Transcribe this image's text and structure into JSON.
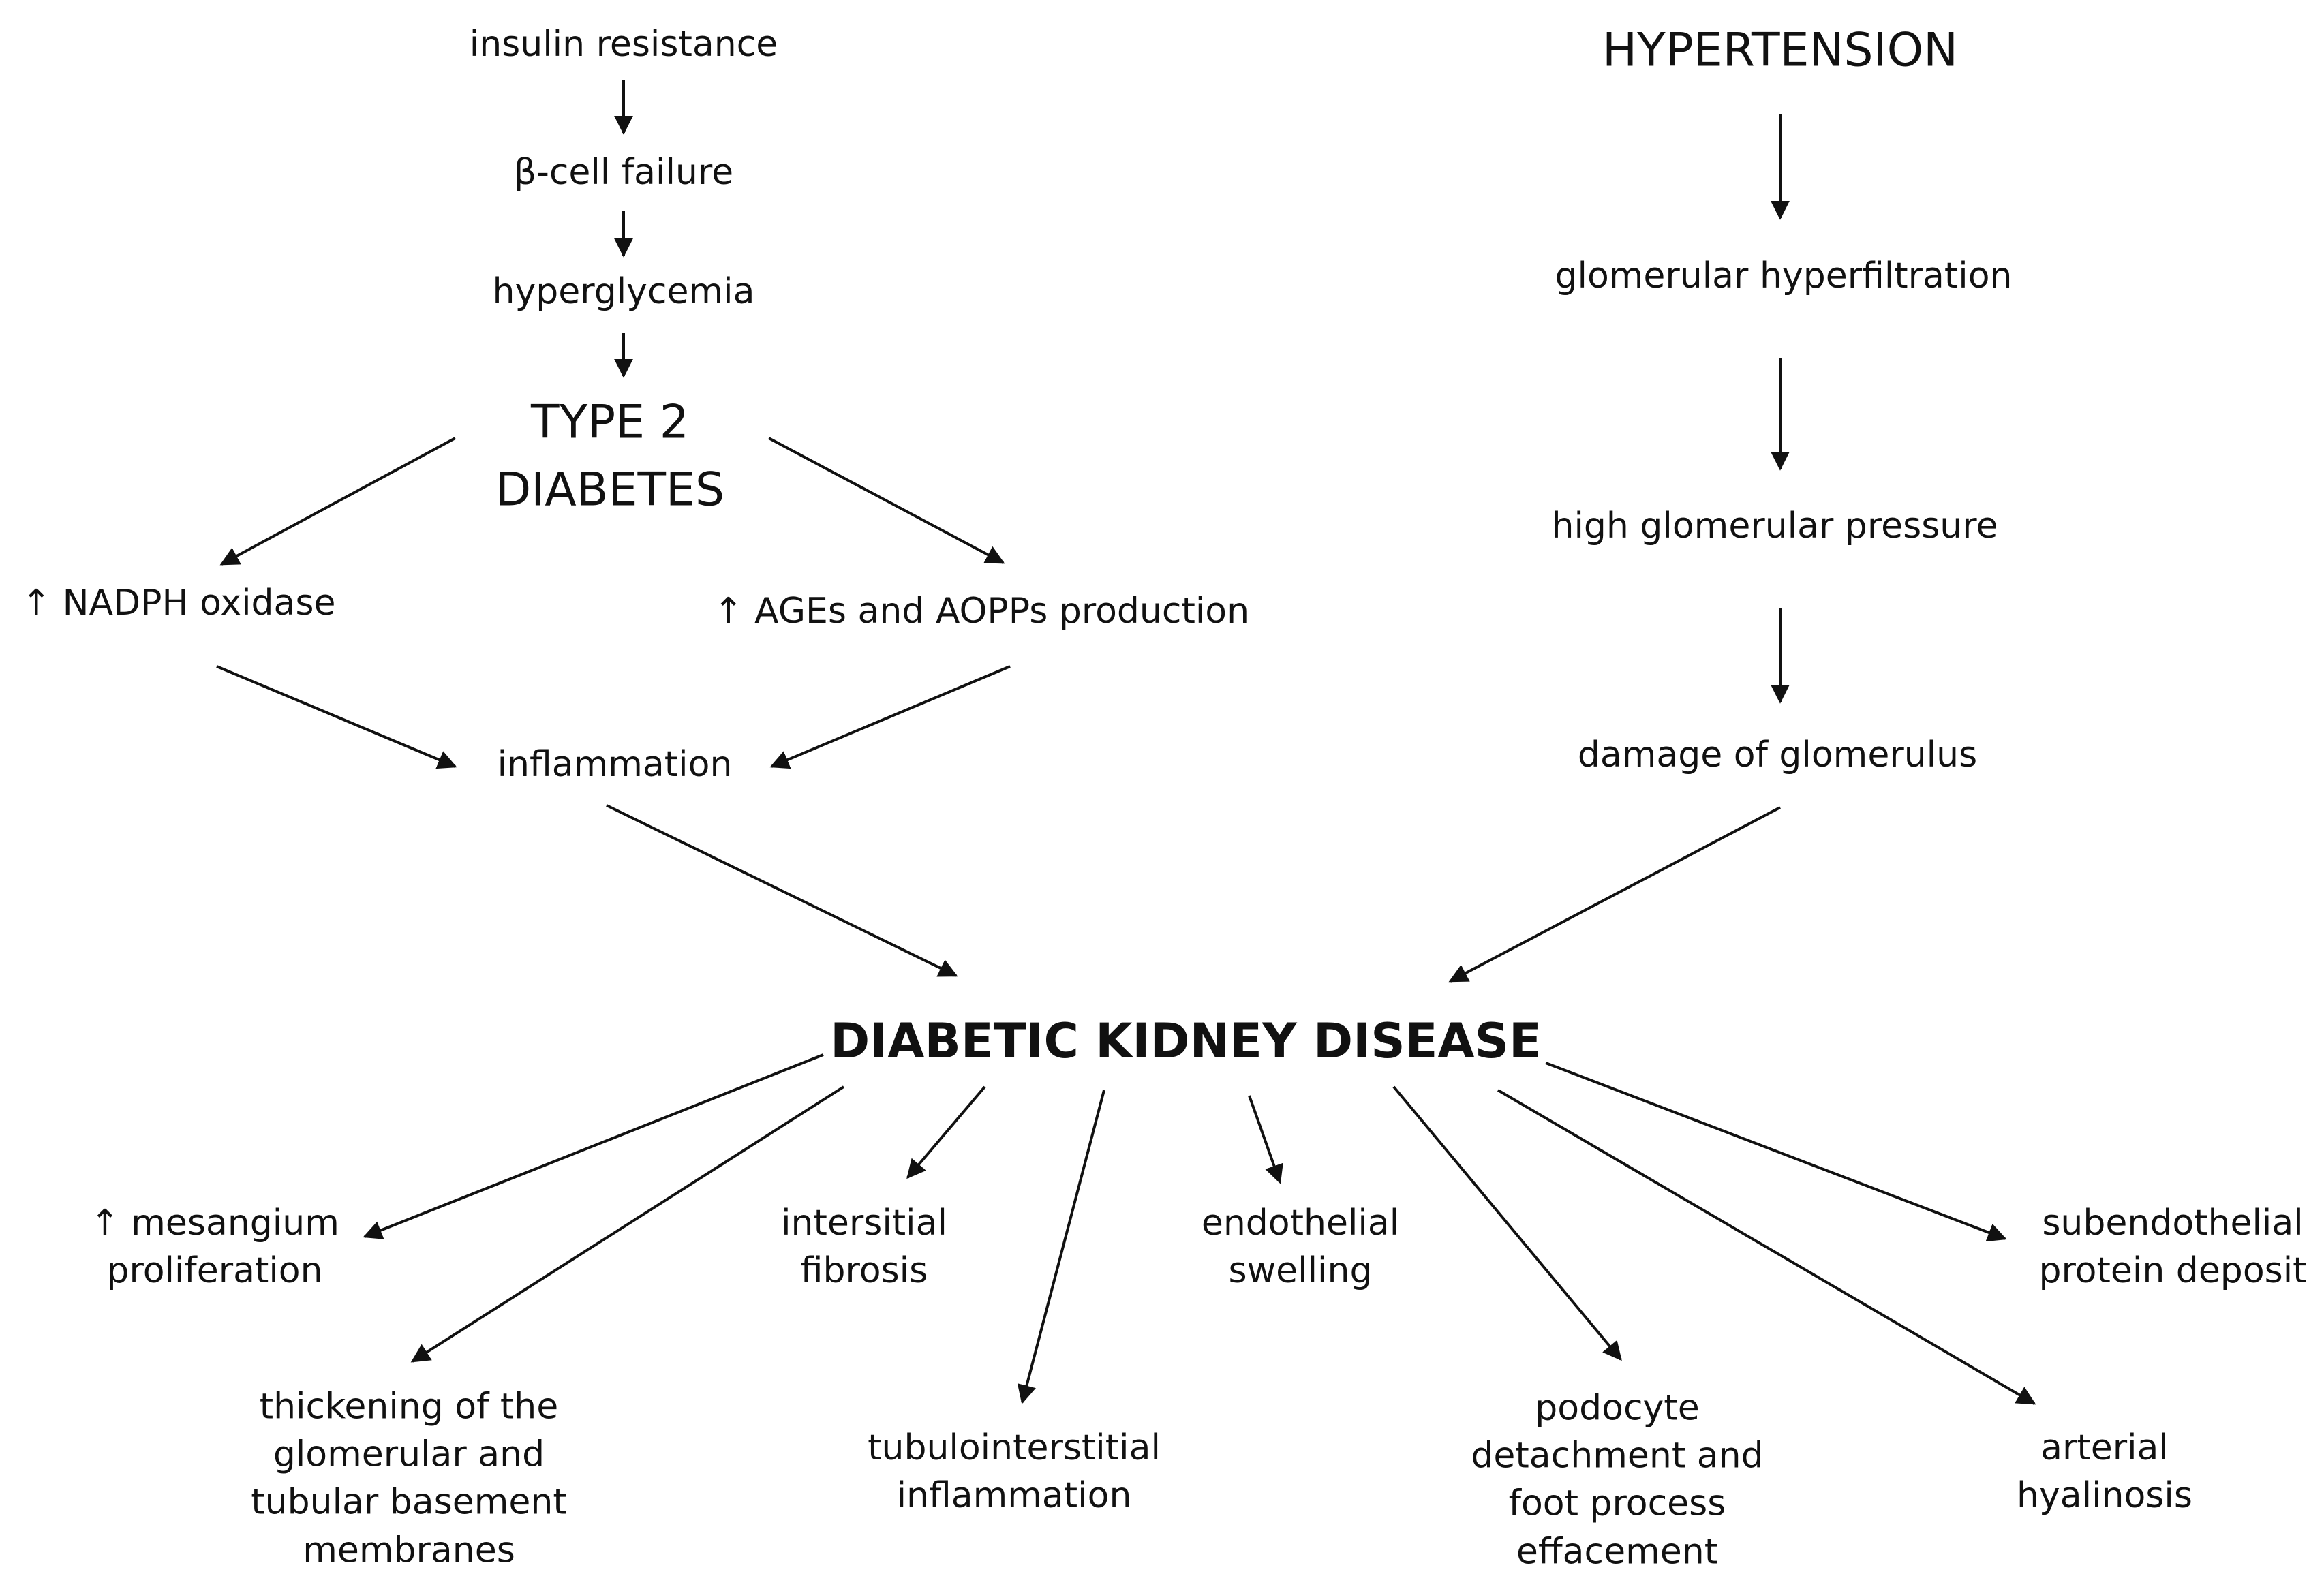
{
  "nodes": {
    "insulin_resistance": [
      "insulin resistance"
    ],
    "beta_cell_failure": [
      "β-cell failure"
    ],
    "hyperglycemia": [
      "hyperglycemia"
    ],
    "type2_diabetes": [
      "TYPE 2",
      "DIABETES"
    ],
    "nadph_oxidase": [
      "↑ NADPH oxidase"
    ],
    "ages_aopps": [
      "↑ AGEs and AOPPs production"
    ],
    "inflammation": [
      "inflammation"
    ],
    "hypertension": [
      "HYPERTENSION"
    ],
    "glomerular_hyperfiltration": [
      "glomerular hyperfiltration"
    ],
    "high_glomerular_pressure": [
      "high glomerular pressure"
    ],
    "damage_of_glomerulus": [
      "damage of glomerulus"
    ],
    "diabetic_kidney_disease": [
      "DIABETIC KIDNEY DISEASE"
    ],
    "mesangium_proliferation": [
      "↑ mesangium",
      "proliferation"
    ],
    "thickening_basement_membranes": [
      "thickening of the",
      "glomerular and",
      "tubular basement",
      "membranes"
    ],
    "intersitial_fibrosis": [
      "intersitial",
      "fibrosis"
    ],
    "tubulointerstitial_inflammation": [
      "tubulointerstitial",
      "inflammation"
    ],
    "endothelial_swelling": [
      "endothelial",
      "swelling"
    ],
    "podocyte_detachment": [
      "podocyte",
      "detachment and",
      "foot process",
      "effacement"
    ],
    "subendothelial_protein_deposit": [
      "subendothelial",
      "protein deposit"
    ],
    "arterial_hyalinosis": [
      "arterial",
      "hyalinosis"
    ]
  },
  "edges": [
    [
      "insulin_resistance",
      "beta_cell_failure"
    ],
    [
      "beta_cell_failure",
      "hyperglycemia"
    ],
    [
      "hyperglycemia",
      "type2_diabetes"
    ],
    [
      "type2_diabetes",
      "nadph_oxidase"
    ],
    [
      "type2_diabetes",
      "ages_aopps"
    ],
    [
      "nadph_oxidase",
      "inflammation"
    ],
    [
      "ages_aopps",
      "inflammation"
    ],
    [
      "inflammation",
      "diabetic_kidney_disease"
    ],
    [
      "hypertension",
      "glomerular_hyperfiltration"
    ],
    [
      "glomerular_hyperfiltration",
      "high_glomerular_pressure"
    ],
    [
      "high_glomerular_pressure",
      "damage_of_glomerulus"
    ],
    [
      "damage_of_glomerulus",
      "diabetic_kidney_disease"
    ],
    [
      "diabetic_kidney_disease",
      "mesangium_proliferation"
    ],
    [
      "diabetic_kidney_disease",
      "thickening_basement_membranes"
    ],
    [
      "diabetic_kidney_disease",
      "intersitial_fibrosis"
    ],
    [
      "diabetic_kidney_disease",
      "tubulointerstitial_inflammation"
    ],
    [
      "diabetic_kidney_disease",
      "endothelial_swelling"
    ],
    [
      "diabetic_kidney_disease",
      "podocyte_detachment"
    ],
    [
      "diabetic_kidney_disease",
      "subendothelial_protein_deposit"
    ],
    [
      "diabetic_kidney_disease",
      "arterial_hyalinosis"
    ]
  ],
  "colors": {
    "ink": "#111111",
    "background": "#ffffff"
  }
}
